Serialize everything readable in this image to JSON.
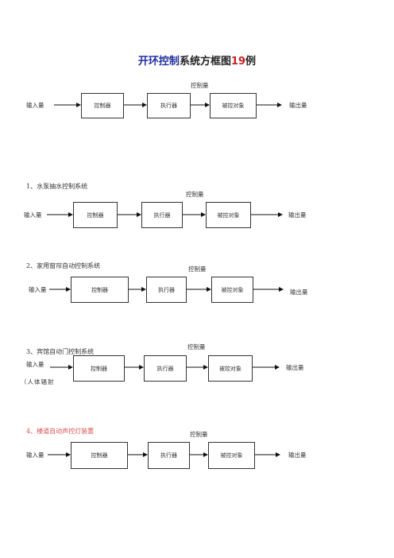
{
  "title": {
    "part1": "开环控制",
    "part2": "系统方框图",
    "part3": "19",
    "part4": "例"
  },
  "colors": {
    "title_blue": "#1f2f9e",
    "title_red": "#c81e1e",
    "heading4": "#d9534f"
  },
  "diagrams": [
    {
      "heading": "",
      "input": "输入量",
      "controller": "控制器",
      "actuator": "执行器",
      "plant": "被控对象",
      "signal": "控制量",
      "output": "输出量",
      "input_note": ""
    },
    {
      "heading": "1、水泵抽水控制系统",
      "input": "输入量",
      "controller": "控制器",
      "actuator": "执行器",
      "plant": "被控对象",
      "signal": "控制量",
      "output": "输出量",
      "input_note": ""
    },
    {
      "heading": "2、家用窗帘自动控制系统",
      "input": "输入量",
      "controller": "控制器",
      "actuator": "执行器",
      "plant": "被控对象",
      "signal": "控制量",
      "output": "输出量",
      "input_note": ""
    },
    {
      "heading": "3、宾馆自动门控制系统",
      "input": "输入量",
      "controller": "控制器",
      "actuator": "执行器",
      "plant": "被控对象",
      "signal": "控制量",
      "output": "输出量",
      "input_note": "（人体辐射"
    },
    {
      "heading": "4、楼道自动声控灯装置",
      "input": "输入量",
      "controller": "控制器",
      "actuator": "执行器",
      "plant": "被控对象",
      "signal": "控制量",
      "output": "输出量",
      "input_note": ""
    }
  ]
}
